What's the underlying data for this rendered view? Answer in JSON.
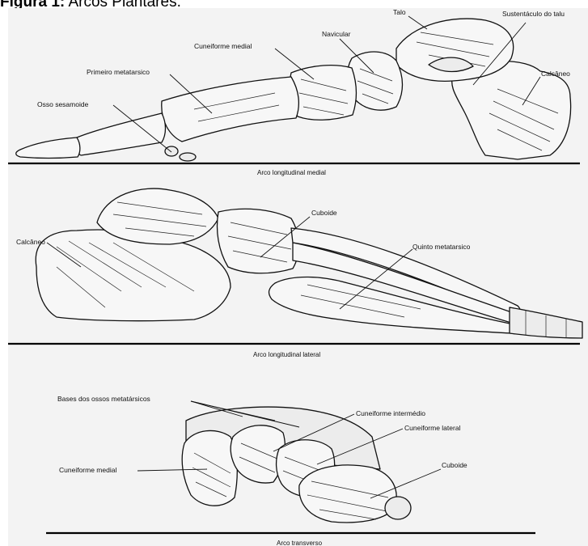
{
  "figure": {
    "title_bold": "Figura 1:",
    "title_rest": " Arcos Plantares."
  },
  "panel_medial": {
    "caption": "Arco longitudinal medial",
    "labels": {
      "talo": "Talo",
      "sustentaculo": "Sustentáculo do talu",
      "navicular": "Navicular",
      "cuneiforme_medial": "Cuneiforme medial",
      "primeiro_metatarsico": "Primeiro metatarsico",
      "calcaneo": "Calcâneo",
      "osso_sesamoide": "Osso sesamoide"
    }
  },
  "panel_lateral": {
    "caption": "Arco longitudinal lateral",
    "labels": {
      "cuboide": "Cuboide",
      "calcaneo": "Calcâneo",
      "quinto_metatarsico": "Quinto metatarsico"
    }
  },
  "panel_transverse": {
    "caption": "Arco transverso",
    "labels": {
      "bases": "Bases dos ossos metatársicos",
      "cuneiforme_intermedio": "Cuneiforme intermédio",
      "cuneiforme_lateral": "Cuneiforme lateral",
      "cuneiforme_medial": "Cuneiforme medial",
      "cuboide": "Cuboide"
    }
  }
}
